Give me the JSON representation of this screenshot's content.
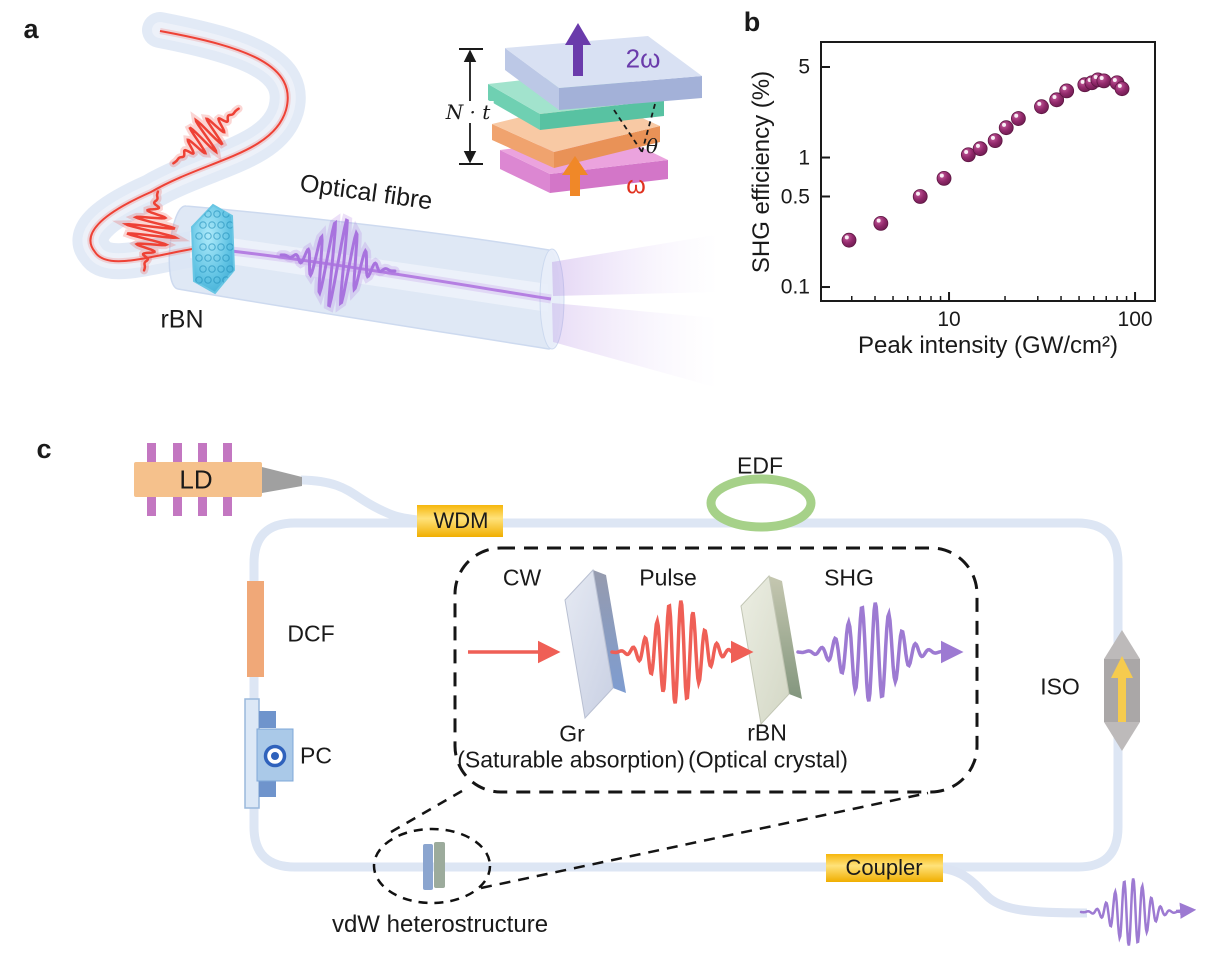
{
  "figure": {
    "panel_a": {
      "label": "a",
      "fibre_label": "Optical fibre",
      "crystal_label": "rBN",
      "inset": {
        "thickness": "N · t",
        "output_wave": "2ω",
        "input_wave": "ω",
        "twist_angle": "θ"
      }
    },
    "panel_b": {
      "label": "b"
    },
    "panel_c": {
      "label": "c",
      "components": {
        "ld": "LD",
        "wdm": "WDM",
        "edf": "EDF",
        "dcf": "DCF",
        "pc": "PC",
        "iso": "ISO",
        "coupler": "Coupler",
        "vdw": "vdW heterostructure"
      },
      "inset": {
        "cw": "CW",
        "pulse": "Pulse",
        "shg": "SHG",
        "gr": "Gr",
        "gr_caption": "(Saturable absorption)",
        "rbn": "rBN",
        "rbn_caption": "(Optical crystal)"
      }
    }
  },
  "chart_data": {
    "type": "scatter",
    "title": "",
    "xlabel": "Peak intensity (GW/cm²)",
    "ylabel": "SHG efficiency (%)",
    "xscale": "log",
    "yscale": "log",
    "xlim": [
      2.05,
      128
    ],
    "ylim": [
      0.078,
      7.8
    ],
    "x": [
      2.9,
      4.3,
      7.0,
      9.4,
      12.7,
      14.7,
      17.7,
      20.3,
      23.6,
      31.4,
      37.9,
      42.9,
      53.7,
      58.6,
      63.1,
      68.0,
      80.0,
      85.1
    ],
    "y": [
      0.23,
      0.31,
      0.5,
      0.69,
      1.05,
      1.17,
      1.35,
      1.7,
      2.0,
      2.47,
      2.79,
      3.27,
      3.65,
      3.78,
      3.98,
      3.91,
      3.78,
      3.4
    ],
    "xticks": [
      {
        "v": 10,
        "label": "10"
      },
      {
        "v": 100,
        "label": "100"
      }
    ],
    "yticks": [
      {
        "v": 0.1,
        "label": "0.1"
      },
      {
        "v": 0.5,
        "label": "0.5"
      },
      {
        "v": 1,
        "label": "1"
      },
      {
        "v": 5,
        "label": "5"
      }
    ],
    "xminor": [
      3,
      4,
      5,
      6,
      7,
      8,
      9,
      20,
      30,
      40,
      50,
      60,
      70,
      80,
      90
    ],
    "grid": false,
    "legend": null,
    "marker_color": "#8e2465"
  },
  "colors": {
    "fibre": "#dde6f4",
    "gold": "#ffc926",
    "wave_red": "#ee4135",
    "wave_red_c": "#ef5f56",
    "wave_purple_a": "#a873de",
    "wave_purple_c": "#9d7ad2",
    "edf_green": "#a6d189",
    "dcf_orange": "#f0a878",
    "ld_orange": "#f5c18c",
    "ld_bars": "#c377c1",
    "marker": "#8e2465"
  }
}
